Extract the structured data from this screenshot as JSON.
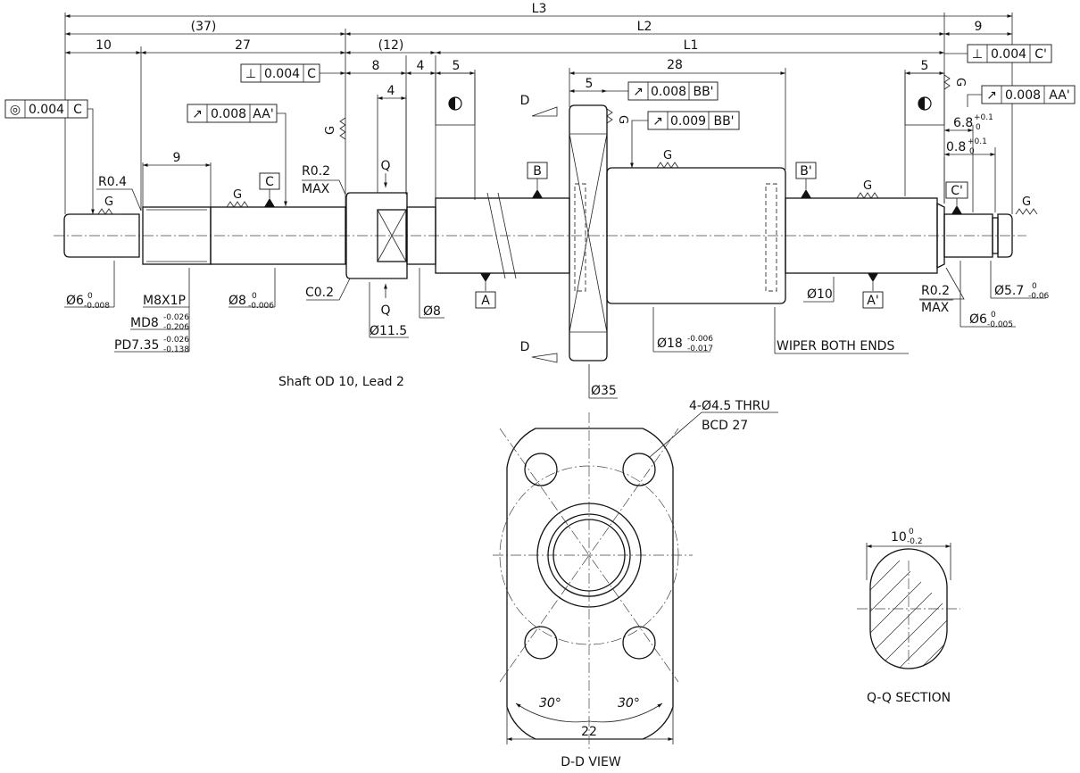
{
  "dims": {
    "L3": "L3",
    "d37": "(37)",
    "L2": "L2",
    "d9top": "9",
    "d10": "10",
    "d27": "27",
    "d12": "(12)",
    "L1": "L1",
    "d8": "8",
    "d4a": "4",
    "d5a": "5",
    "d28": "28",
    "d5c": "5",
    "d4b": "4",
    "d5b": "5",
    "d9mid": "9",
    "d68": "6.8",
    "d68tol_u": "+0.1",
    "d68tol_l": "0",
    "d08": "0.8",
    "d08tol_u": "+0.1",
    "d08tol_l": "0"
  },
  "fcf": {
    "f1_sym": "⊥",
    "f1_val": "0.004",
    "f1_ref": "C",
    "f2_sym": "⊥",
    "f2_val": "0.004",
    "f2_ref": "C'",
    "f3_sym": "◎",
    "f3_val": "0.004",
    "f3_ref": "C",
    "f4_sym": "↗",
    "f4_val": "0.008",
    "f4_ref": "AA'",
    "f5_sym": "↗",
    "f5_val": "0.008",
    "f5_ref": "BB'",
    "f6_sym": "↗",
    "f6_val": "0.009",
    "f6_ref": "BB'",
    "f7_sym": "↗",
    "f7_val": "0.008",
    "f7_ref": "AA'"
  },
  "datums": {
    "A": "A",
    "A2": "A'",
    "B": "B",
    "B2": "B'",
    "C": "C",
    "C2": "C'"
  },
  "labels": {
    "G": "G",
    "Q": "Q",
    "D": "D",
    "r04": "R0.4",
    "r02a_1": "R0.2",
    "r02a_2": "MAX",
    "r02b_1": "R0.2",
    "r02b_2": "MAX",
    "c02": "C0.2",
    "m8": "M8X1P",
    "md8": "MD8",
    "md8_u": "-0.026",
    "md8_l": "-0.206",
    "pd": "PD7.35",
    "pd_u": "-0.026",
    "pd_l": "-0.138",
    "phi6": "Ø6",
    "phi6_u": "0",
    "phi6_l": "-0.008",
    "phi8a": "Ø8",
    "phi8a_u": "0",
    "phi8a_l": "-0.006",
    "phi115": "Ø11.5",
    "phi8b": "Ø8",
    "phi35": "Ø35",
    "phi18": "Ø18",
    "phi18_u": "-0.006",
    "phi18_l": "-0.017",
    "phi10": "Ø10",
    "phi57": "Ø5.7",
    "phi57_u": "0",
    "phi57_l": "-0.06",
    "phi6b": "Ø6",
    "phi6b_u": "0",
    "phi6b_l": "-0.005",
    "wiper": "WIPER BOTH ENDS",
    "shaft_note": "Shaft OD 10, Lead 2",
    "thru_1": "4-Ø4.5 THRU",
    "thru_2": "BCD 27",
    "ang1": "30°",
    "ang2": "30°",
    "d22": "22",
    "ddview": "D-D VIEW",
    "qq10": "10",
    "qq10_u": "0",
    "qq10_l": "-0.2",
    "qqsec": "Q-Q SECTION"
  }
}
